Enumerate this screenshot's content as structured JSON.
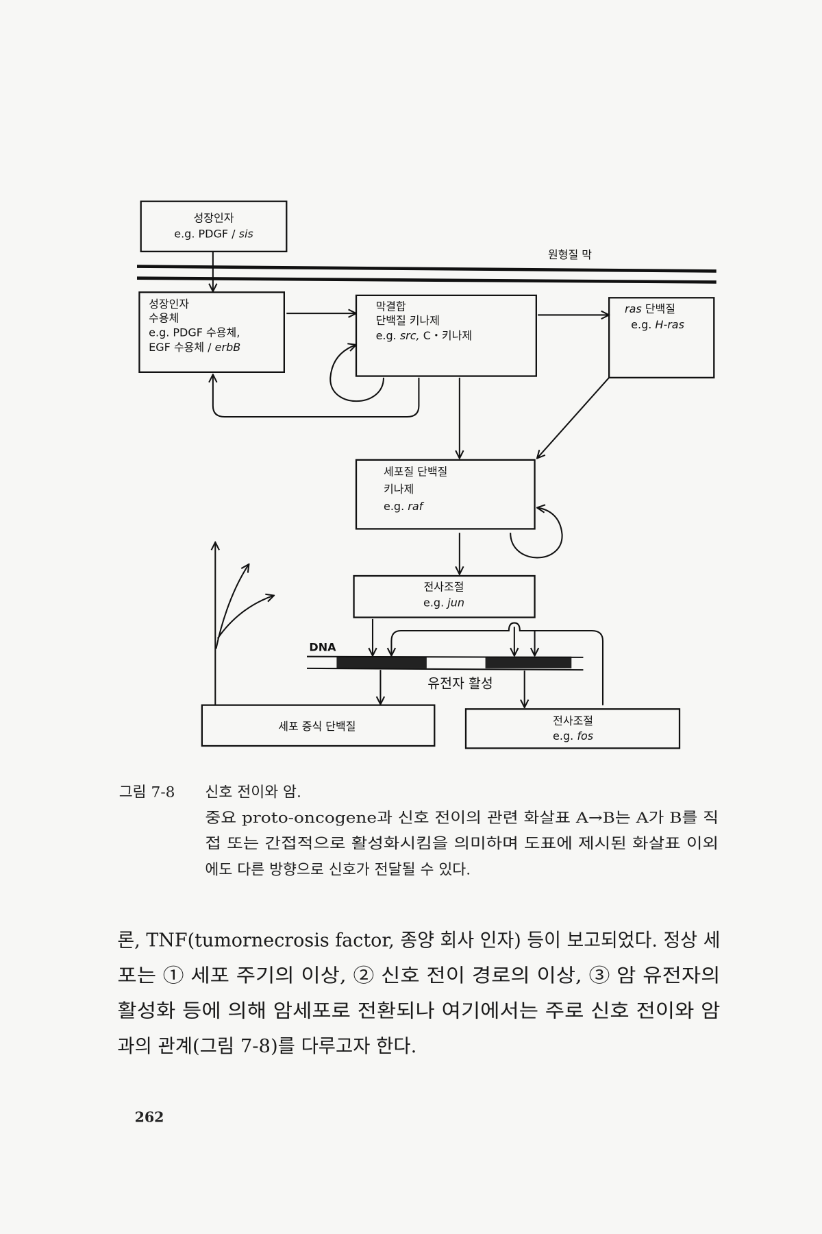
{
  "diagram": {
    "membrane_label": "원형질 막",
    "growth_factor": {
      "line1": "성장인자",
      "line2_prefix": "e.g. PDGF / ",
      "line2_italic": "sis"
    },
    "receptor": {
      "line1": "성장인자",
      "line2": "수용체",
      "line3": "e.g. PDGF 수용체,",
      "line4_prefix": "EGF 수용체  / ",
      "line4_italic": "erbB"
    },
    "membrane_kinase": {
      "line1": "막결합",
      "line2": "단백질 키나제",
      "line3_prefix": "e.g. ",
      "line3_italic": "src,",
      "line3_suffix": " C・키나제"
    },
    "ras": {
      "line1_italic": "ras",
      "line1_suffix": " 단백질",
      "line2_prefix": "e.g. ",
      "line2_italic": "H-ras"
    },
    "cytoplasmic_kinase": {
      "line1": "세포질 단백질",
      "line2": "키나제",
      "line3_prefix": "e.g. ",
      "line3_italic": "raf"
    },
    "transcription_jun": {
      "line1": "전사조절",
      "line2_prefix": "e.g. ",
      "line2_italic": "jun"
    },
    "dna_label": "DNA",
    "gene_activation": "유전자 활성",
    "proliferation_protein": "세포 증식 단백질",
    "transcription_fos": {
      "line1": "전사조절",
      "line2_prefix": "e.g. ",
      "line2_italic": "fos"
    }
  },
  "caption": {
    "number": "그림 7-8",
    "title": "신호 전이와 암.",
    "lines": [
      "중요 proto-oncogene과 신호 전이의 관련 화살표 A→B는 A가 B를 직",
      "접 또는 간접적으로 활성화시킴을 의미하며 도표에 제시된 화살표 이외",
      "에도 다른 방향으로 신호가 전달될 수 있다."
    ]
  },
  "body": {
    "lines": [
      "론, TNF(tumornecrosis factor, 종양 회사 인자) 등이 보고되었다. 정상 세",
      "포는 ① 세포 주기의 이상, ② 신호 전이 경로의 이상, ③ 암 유전자의",
      "활성화 등에 의해 암세포로 전환되나 여기에서는 주로 신호 전이와 암",
      "과의 관계(그림 7-8)를 다루고자 한다."
    ]
  },
  "page_number": "262"
}
